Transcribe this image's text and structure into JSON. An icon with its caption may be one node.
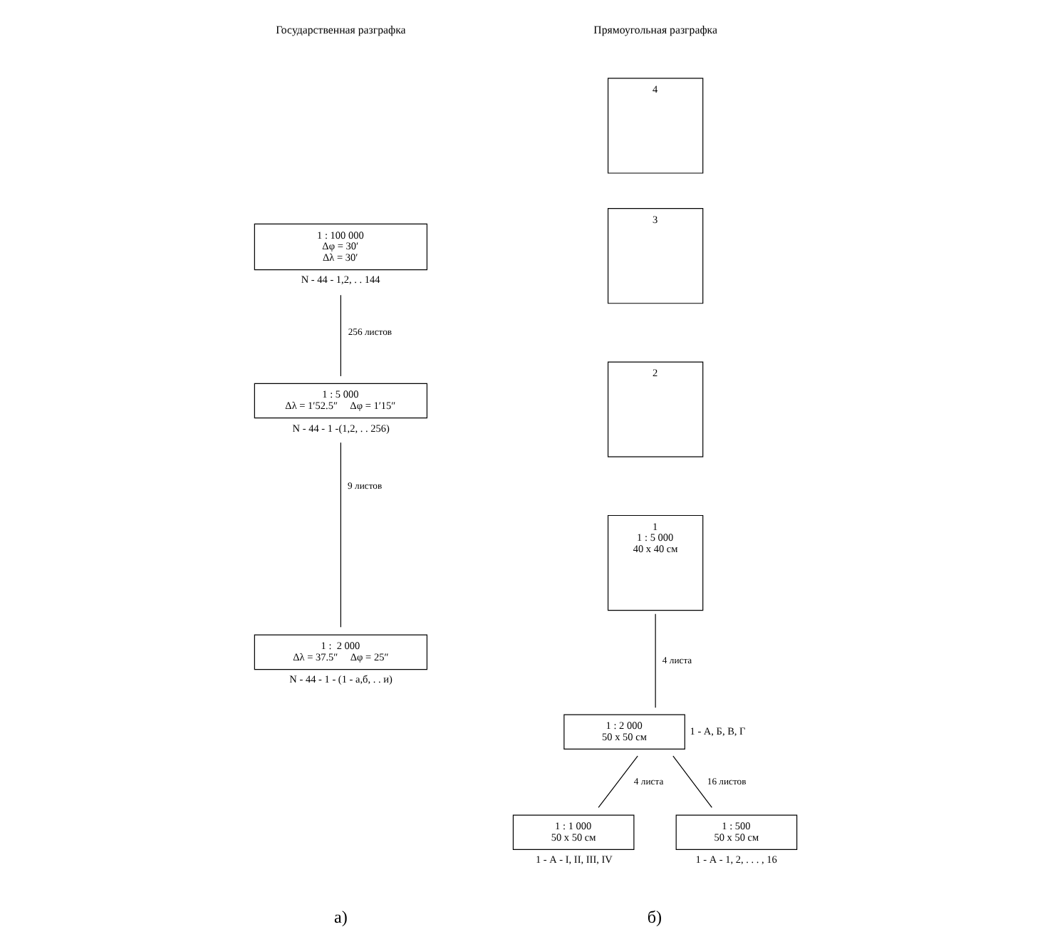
{
  "diagram": {
    "nodes": [
      {
        "text": [
          "1 : 100 000",
          "Δφ = 30ʹ",
          "Δλ = 30ʹ"
        ],
        "beside": [
          "N - 44 - 1,2, . . 144"
        ]
      },
      {
        "text": [
          "1 : 5 000",
          "Δλ = 1ʹ52.5ʺ",
          "Δφ = 1ʹ15ʺ"
        ],
        "beside": [
          "N - 44 - 1 -(1,2, . . 256)"
        ]
      },
      {
        "text": [
          "1 :  2 000",
          "Δλ = 37.5ʺ",
          "Δφ = 25ʺ"
        ],
        "beside": [
          "N - 44 - 1 - (1 - а,б, . . и)"
        ]
      },
      {
        "text": [
          "1",
          "1 : 5 000",
          "40 x 40 см"
        ]
      },
      {
        "text": [
          "2"
        ]
      },
      {
        "text": [
          "3"
        ]
      },
      {
        "text": [
          "4"
        ]
      },
      {
        "text": [
          "1 : 2 000",
          "50 x 50 см"
        ],
        "beside": [
          "1 - А, Б, В, Г"
        ]
      },
      {
        "text": [
          "1 : 1 000",
          "50 x 50 см"
        ],
        "beside": [
          "1 - А - I, II, III, IV"
        ]
      },
      {
        "text": [
          "1 : 500",
          "50 x 50 см"
        ],
        "beside": [
          "1 - А - 1, 2, . . . , 16"
        ]
      }
    ],
    "edges": [
      {
        "from": 0,
        "to": 1,
        "arrow": "none",
        "label": "256 листов"
      },
      {
        "from": 1,
        "to": 2,
        "arrow": "none",
        "label": "9 листов"
      },
      {
        "from": 3,
        "to": 7,
        "arrow": "none",
        "label": "4 листа"
      },
      {
        "from": 7,
        "to": 8,
        "arrow": "none",
        "label": "4 листа"
      },
      {
        "from": 7,
        "to": 9,
        "arrow": "none",
        "label": "16 листов"
      }
    ],
    "labels": [
      "Государственная разграфка",
      "Прямоугольная разграфка",
      "а)",
      "б)"
    ]
  }
}
